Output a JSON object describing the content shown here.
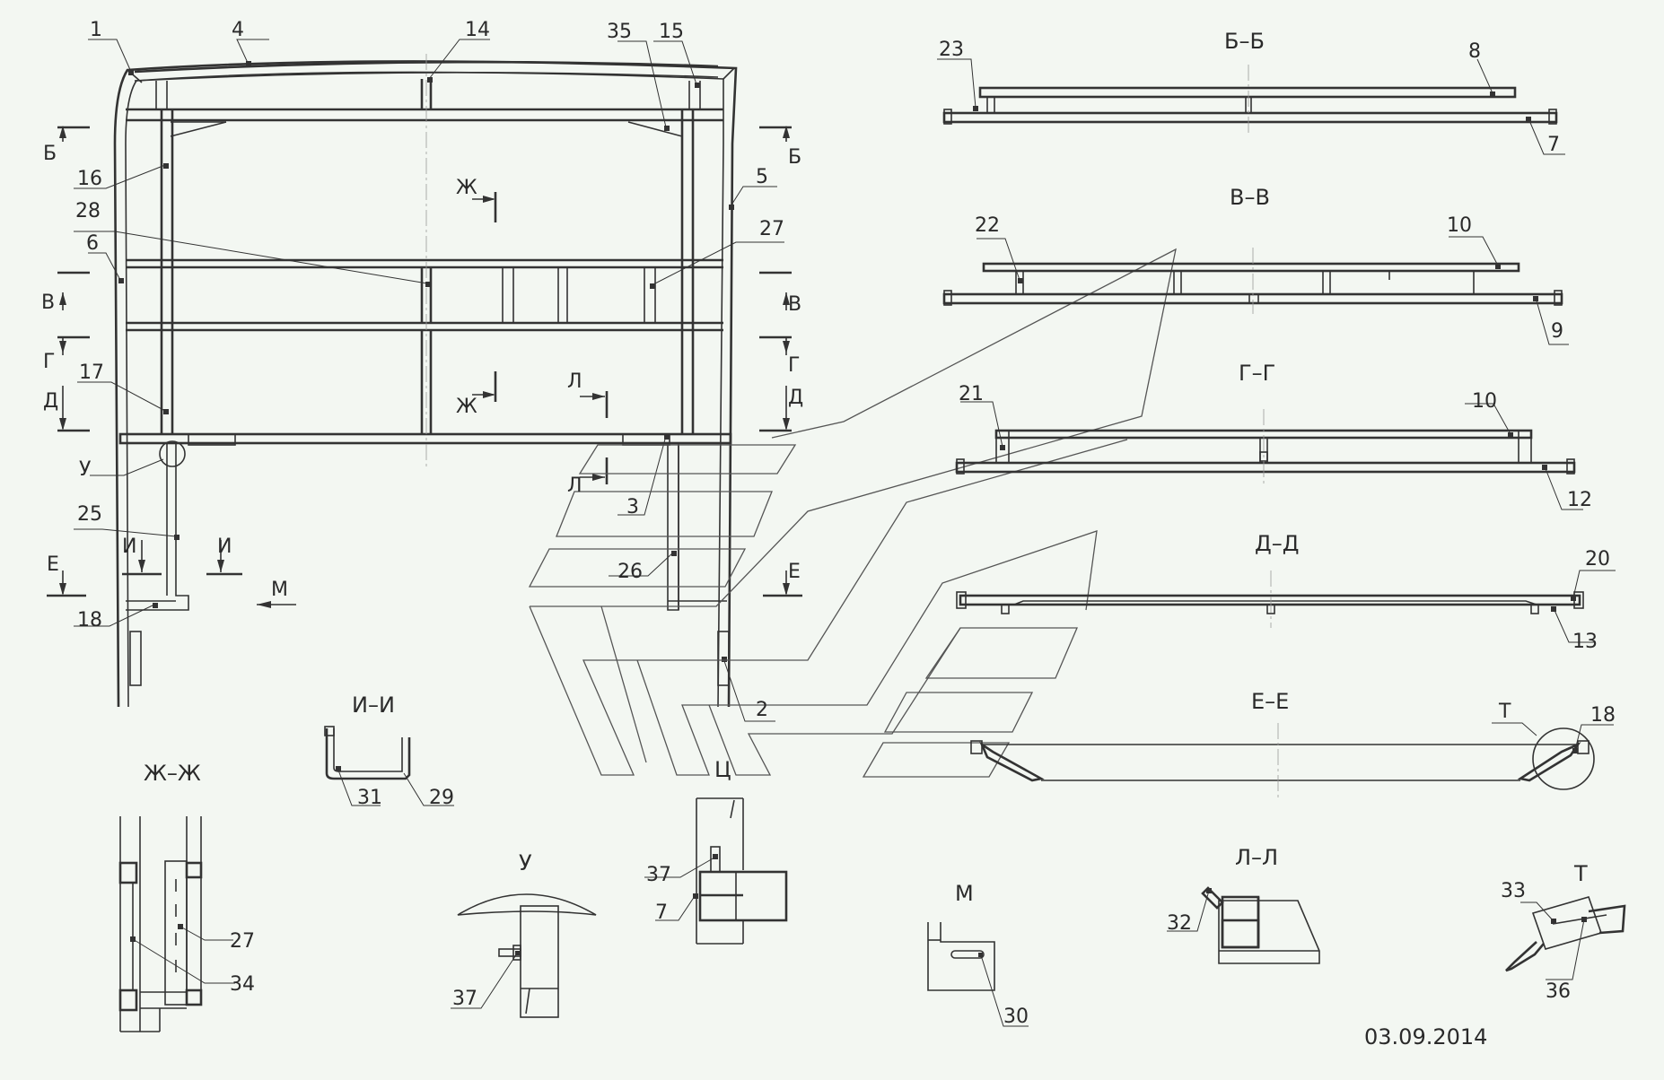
{
  "drawing": {
    "date": "03.09.2014",
    "views": {
      "bb": "Б–Б",
      "vv": "В–В",
      "gg": "Г–Г",
      "dd": "Д–Д",
      "ee": "Е–Е",
      "ii": "И–И",
      "zhzh": "Ж–Ж",
      "u": "У",
      "ts": "Ц",
      "m": "М",
      "ll": "Л–Л",
      "t": "Т"
    },
    "marks": {
      "b": "Б",
      "v": "В",
      "g": "Г",
      "d": "Д",
      "e": "Е",
      "i": "И",
      "zh": "Ж",
      "l": "Л",
      "m": "М",
      "u": "У",
      "t": "Т"
    },
    "callouts": {
      "c1": "1",
      "c2": "2",
      "c3": "3",
      "c4": "4",
      "c5": "5",
      "c6": "6",
      "c7": "7",
      "c8": "8",
      "c9": "9",
      "c10": "10",
      "c12": "12",
      "c13": "13",
      "c14": "14",
      "c15": "15",
      "c16": "16",
      "c17": "17",
      "c18": "18",
      "c20": "20",
      "c21": "21",
      "c22": "22",
      "c23": "23",
      "c25": "25",
      "c26": "26",
      "c27": "27",
      "c28": "28",
      "c29": "29",
      "c30": "30",
      "c31": "31",
      "c32": "32",
      "c33": "33",
      "c34": "34",
      "c35": "35",
      "c36": "36",
      "c37": "37"
    }
  }
}
